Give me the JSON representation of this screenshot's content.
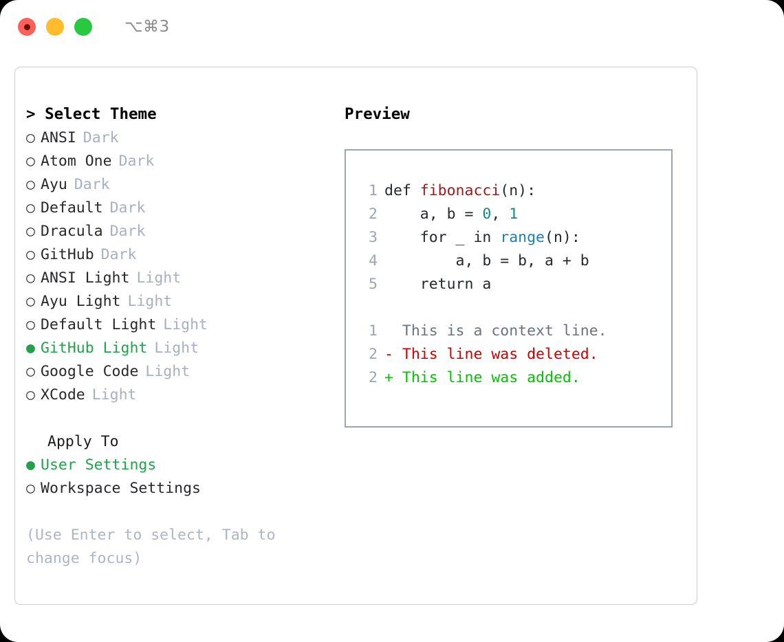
{
  "window": {
    "shortcut_label": "⌥⌘3",
    "traffic_lights": [
      "close-red",
      "minimize-yellow",
      "maximize-green"
    ]
  },
  "left": {
    "header": "> Select Theme",
    "themes": [
      {
        "bullet": "○",
        "name": "ANSI",
        "kind": "Dark",
        "selected": false
      },
      {
        "bullet": "○",
        "name": "Atom One",
        "kind": "Dark",
        "selected": false
      },
      {
        "bullet": "○",
        "name": "Ayu",
        "kind": "Dark",
        "selected": false
      },
      {
        "bullet": "○",
        "name": "Default",
        "kind": "Dark",
        "selected": false
      },
      {
        "bullet": "○",
        "name": "Dracula",
        "kind": "Dark",
        "selected": false
      },
      {
        "bullet": "○",
        "name": "GitHub",
        "kind": "Dark",
        "selected": false
      },
      {
        "bullet": "○",
        "name": "ANSI Light",
        "kind": "Light",
        "selected": false
      },
      {
        "bullet": "○",
        "name": "Ayu Light",
        "kind": "Light",
        "selected": false
      },
      {
        "bullet": "○",
        "name": "Default Light",
        "kind": "Light",
        "selected": false
      },
      {
        "bullet": "●",
        "name": "GitHub Light",
        "kind": "Light",
        "selected": true
      },
      {
        "bullet": "○",
        "name": "Google Code",
        "kind": "Light",
        "selected": false
      },
      {
        "bullet": "○",
        "name": "XCode",
        "kind": "Light",
        "selected": false
      }
    ],
    "apply_to_title": "Apply To",
    "apply_to_options": [
      {
        "bullet": "●",
        "label": "User Settings",
        "selected": true
      },
      {
        "bullet": "○",
        "label": "Workspace Settings",
        "selected": false
      }
    ],
    "hint": "(Use Enter to select, Tab to change focus)"
  },
  "right": {
    "preview_header": "Preview",
    "code_lines": [
      {
        "num": "1",
        "segments": [
          {
            "text": "def ",
            "style": "plain"
          },
          {
            "text": "fibonacci",
            "style": "fn"
          },
          {
            "text": "(n):",
            "style": "plain"
          }
        ]
      },
      {
        "num": "2",
        "segments": [
          {
            "text": "    a, b = ",
            "style": "plain"
          },
          {
            "text": "0",
            "style": "num"
          },
          {
            "text": ", ",
            "style": "plain"
          },
          {
            "text": "1",
            "style": "num"
          }
        ]
      },
      {
        "num": "3",
        "segments": [
          {
            "text": "    for _ in ",
            "style": "plain"
          },
          {
            "text": "range",
            "style": "call"
          },
          {
            "text": "(n):",
            "style": "plain"
          }
        ]
      },
      {
        "num": "4",
        "segments": [
          {
            "text": "        a, b = b, a + b",
            "style": "plain"
          }
        ]
      },
      {
        "num": "5",
        "segments": [
          {
            "text": "    return a",
            "style": "plain"
          }
        ]
      }
    ],
    "diff_lines": [
      {
        "num": "1",
        "marker": "  ",
        "text": "This is a context line.",
        "kind": "ctx"
      },
      {
        "num": "2",
        "marker": "- ",
        "text": "This line was deleted.",
        "kind": "del"
      },
      {
        "num": "2",
        "marker": "+ ",
        "text": "This line was added.",
        "kind": "add"
      }
    ]
  },
  "colors": {
    "accent_green": "#22a14b",
    "muted_gray": "#a8b0bd",
    "panel_border": "#c9cdd4",
    "code_border": "#9aa5b1",
    "diff_delete": "#cc0000",
    "diff_add": "#00c400",
    "syntax_function": "#9e1a1a",
    "syntax_number": "#118a8a",
    "syntax_call": "#1a7fbf"
  }
}
